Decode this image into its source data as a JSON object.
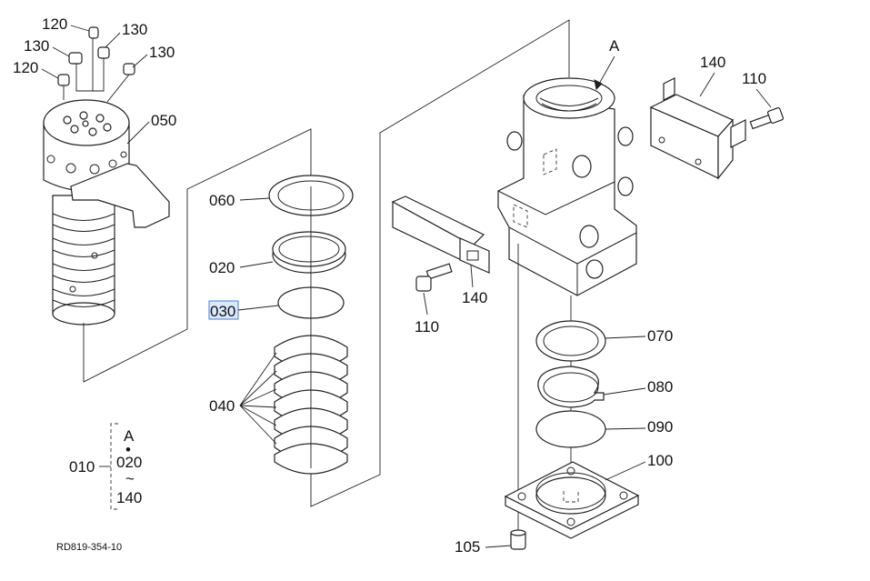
{
  "diagram": {
    "drawing_code": "RD819-354-10",
    "view_marker": "A",
    "assembly": {
      "number": "010",
      "includes_top": "A",
      "dot": "•",
      "includes_from": "020",
      "tilde": "~",
      "includes_to": "140"
    },
    "labels": {
      "l120a": "120",
      "l130a": "130",
      "l130b": "130",
      "l130c": "130",
      "l120b": "120",
      "l050": "050",
      "l060": "060",
      "l020": "020",
      "l030": "030",
      "l040": "040",
      "l140a": "140",
      "l110a": "110",
      "l140b": "140",
      "l110b": "110",
      "l070": "070",
      "l080": "080",
      "l090": "090",
      "l100": "100",
      "l105": "105"
    },
    "highlighted_label": "030",
    "colors": {
      "line": "#222222",
      "highlight_fill": "#dbe9ff",
      "highlight_stroke": "#4a7fd0"
    }
  }
}
